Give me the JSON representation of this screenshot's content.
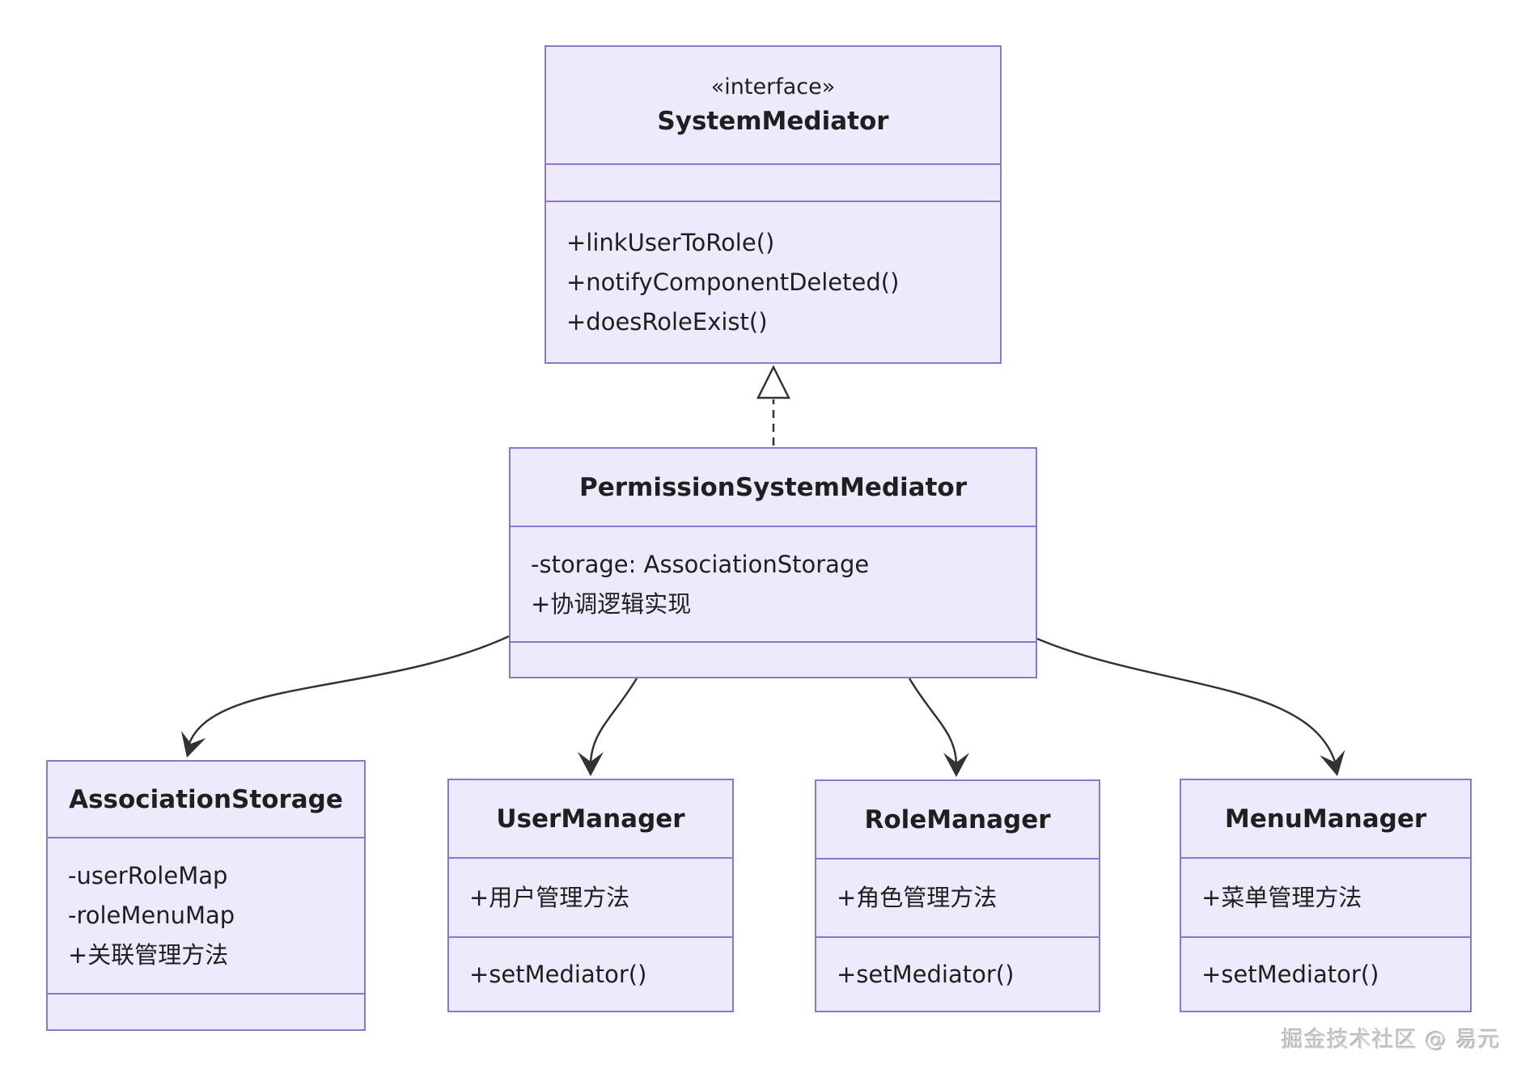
{
  "diagram": {
    "kind": "uml-class-diagram",
    "pattern": "Mediator",
    "watermark": "掘金技术社区 @ 易元",
    "colors": {
      "box_fill": "#eceafb",
      "box_border": "#8e76cc",
      "edge_line": "#333333",
      "text": "#1f1f1f",
      "watermark_text": "#d3d0ce"
    }
  },
  "classes": {
    "system_mediator": {
      "stereotype": "«interface»",
      "name": "SystemMediator",
      "attributes": [],
      "methods": [
        "+linkUserToRole()",
        "+notifyComponentDeleted()",
        "+doesRoleExist()"
      ]
    },
    "permission_system_mediator": {
      "name": "PermissionSystemMediator",
      "attributes": [
        "-storage: AssociationStorage",
        "+协调逻辑实现"
      ],
      "methods": []
    },
    "association_storage": {
      "name": "AssociationStorage",
      "attributes": [
        "-userRoleMap",
        "-roleMenuMap",
        "+关联管理方法"
      ],
      "methods": []
    },
    "user_manager": {
      "name": "UserManager",
      "attributes": [
        "+用户管理方法"
      ],
      "methods": [
        "+setMediator()"
      ]
    },
    "role_manager": {
      "name": "RoleManager",
      "attributes": [
        "+角色管理方法"
      ],
      "methods": [
        "+setMediator()"
      ]
    },
    "menu_manager": {
      "name": "MenuManager",
      "attributes": [
        "+菜单管理方法"
      ],
      "methods": [
        "+setMediator()"
      ]
    }
  },
  "relationships": [
    {
      "from": "PermissionSystemMediator",
      "to": "SystemMediator",
      "type": "realization",
      "style": "dashed-hollow-triangle"
    },
    {
      "from": "PermissionSystemMediator",
      "to": "AssociationStorage",
      "type": "dependency",
      "style": "solid-open-arrow"
    },
    {
      "from": "PermissionSystemMediator",
      "to": "UserManager",
      "type": "dependency",
      "style": "solid-open-arrow"
    },
    {
      "from": "PermissionSystemMediator",
      "to": "RoleManager",
      "type": "dependency",
      "style": "solid-open-arrow"
    },
    {
      "from": "PermissionSystemMediator",
      "to": "MenuManager",
      "type": "dependency",
      "style": "solid-open-arrow"
    }
  ]
}
